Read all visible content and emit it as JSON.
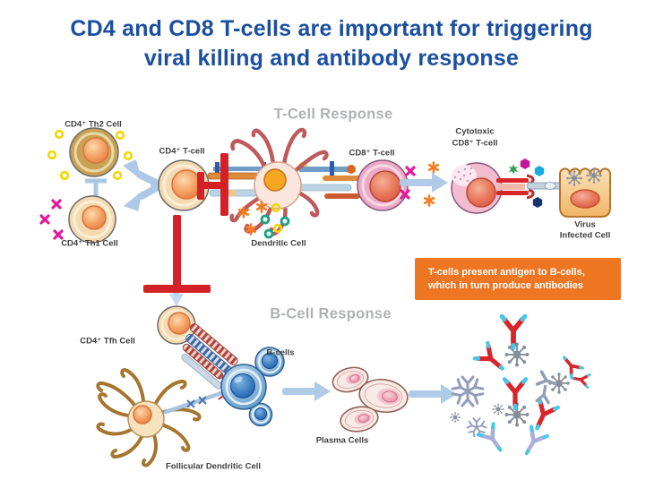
{
  "title": {
    "line1": "CD4 and CD8 T-cells are important for triggering",
    "line2": "viral killing and antibody response"
  },
  "section_headers": {
    "t_cell": "T-Cell Response",
    "b_cell": "B-Cell Response"
  },
  "cells": {
    "cd4_th2": "CD4⁺ Th2 Cell",
    "cd4_th1": "CD4⁺ Th1 Cell",
    "cd4_t": "CD4⁺ T-cell",
    "dendritic": "Dendritic Cell",
    "cd8_t": "CD8⁺ T-cell",
    "cytotoxic_cd8_line1": "Cytotoxic",
    "cytotoxic_cd8_line2": "CD8⁺ T-cell",
    "virus_infected_line1": "Virus",
    "virus_infected_line2": "Infected Cell",
    "cd4_tfh": "CD4⁺ Tfh Cell",
    "b_cells": "B-cells",
    "plasma_cells": "Plasma Cells",
    "follicular_dendritic": "Follicular Dendritic Cell"
  },
  "callout": {
    "line1": "T-cells present antigen to B-cells,",
    "line2": "which in turn produce antibodies"
  },
  "colors": {
    "title_blue": "#1B4F9F",
    "section_header_gray": "#AFB1B4",
    "callout_orange": "#EE7623",
    "inhibition_red": "#D42127",
    "arrow_light_blue": "#AFCBE8",
    "b_cell_blue": "#2F6CB0",
    "antibody_red": "#D6252B",
    "antibody_lavender": "#A9AEDB",
    "virus_gray": "#868E99",
    "cytokine_yellow": "#F5D501",
    "cytokine_magenta": "#E5189B",
    "cytokine_orange": "#F47B20",
    "cytokine_teal": "#1E9E84"
  }
}
